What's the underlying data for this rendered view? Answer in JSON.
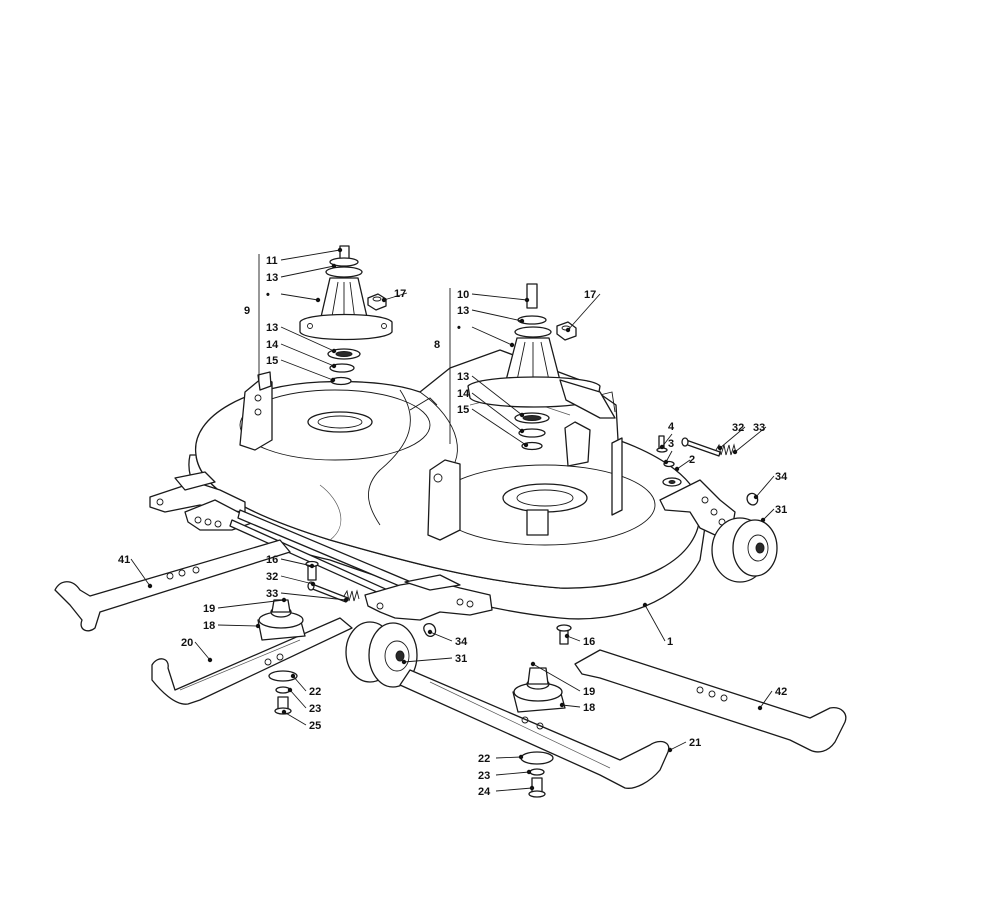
{
  "diagram": {
    "labels": {
      "l11": "11",
      "l13a": "13",
      "l9dot": "•",
      "l9": "9",
      "l17a": "17",
      "l13b": "13",
      "l14a": "14",
      "l15a": "15",
      "l10": "10",
      "l13c": "13",
      "l8dot": "•",
      "l8": "8",
      "l17b": "17",
      "l13d": "13",
      "l14b": "14",
      "l15b": "15",
      "l4": "4",
      "l3": "3",
      "l2": "2",
      "l32a": "32",
      "l33a": "33",
      "l34a": "34",
      "l31a": "31",
      "l41": "41",
      "l16a": "16",
      "l32b": "32",
      "l33b": "33",
      "l19a": "19",
      "l18a": "18",
      "l20": "20",
      "l22a": "22",
      "l23a": "23",
      "l25": "25",
      "l34b": "34",
      "l31b": "31",
      "l16b": "16",
      "l1": "1",
      "l19b": "19",
      "l18b": "18",
      "l42": "42",
      "l21": "21",
      "l22b": "22",
      "l23b": "23",
      "l24": "24"
    }
  }
}
